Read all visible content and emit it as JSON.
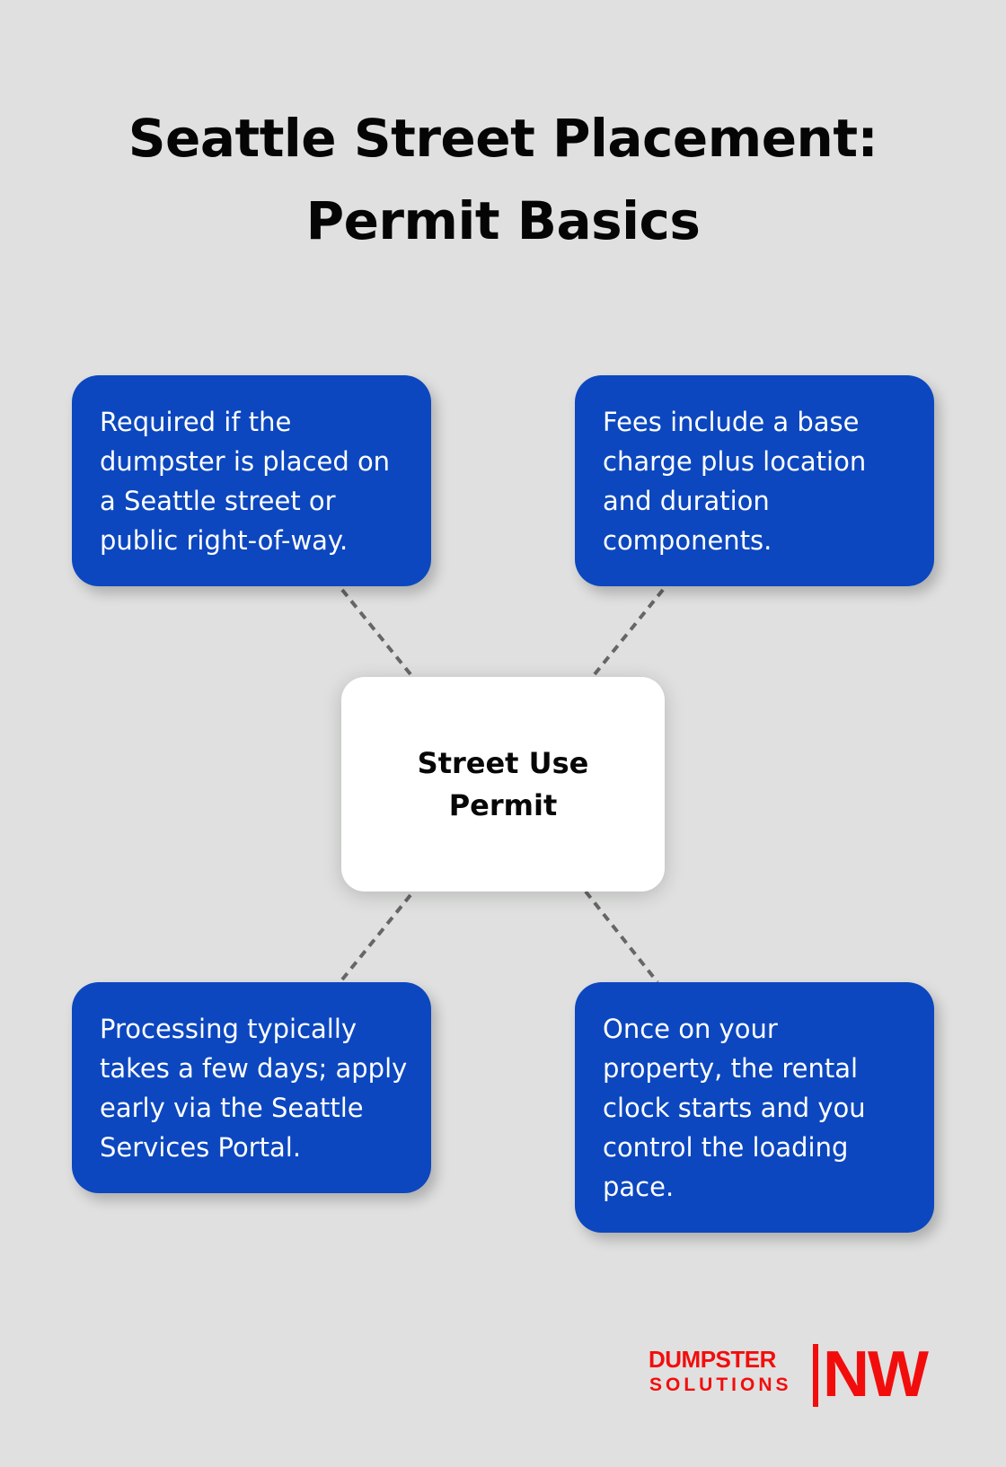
{
  "title": {
    "line1": "Seattle Street Placement:",
    "line2": "Permit Basics"
  },
  "center": {
    "line1": "Street Use",
    "line2": "Permit"
  },
  "cards": [
    {
      "position": "top-left",
      "text": "Required if the dumpster is placed on a Seattle street or public right-of-way."
    },
    {
      "position": "top-right",
      "text": "Fees include a base charge plus location and duration components."
    },
    {
      "position": "bottom-left",
      "text": "Processing typically takes a few days; apply early via the Seattle Services Portal."
    },
    {
      "position": "bottom-right",
      "text": "Once on your property, the rental clock starts and you control the loading pace."
    }
  ],
  "logo": {
    "line1": "DUMPSTER",
    "line2": "SOLUTIONS",
    "mark": "NW"
  },
  "colors": {
    "background": "#dfe0df",
    "card": "#0c47bf",
    "center": "#ffffff",
    "connector": "#666666",
    "logo": "#f20d0d"
  }
}
